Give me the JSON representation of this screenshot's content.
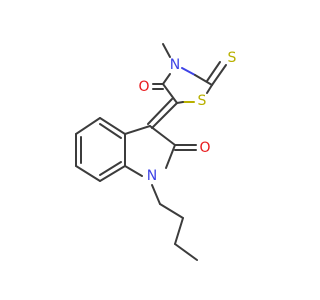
{
  "molecule": {
    "atoms": {
      "n_thiazolidine": "N",
      "s_ring": "S",
      "s_thione": "S",
      "o_thiazolidine": "O",
      "o_indolinone": "O",
      "n_indole": "N"
    },
    "colors": {
      "carbon_bond": "#3c3c3c",
      "oxygen": "#e8191c",
      "nitrogen": "#3e43e6",
      "sulfur": "#b8b000"
    }
  }
}
